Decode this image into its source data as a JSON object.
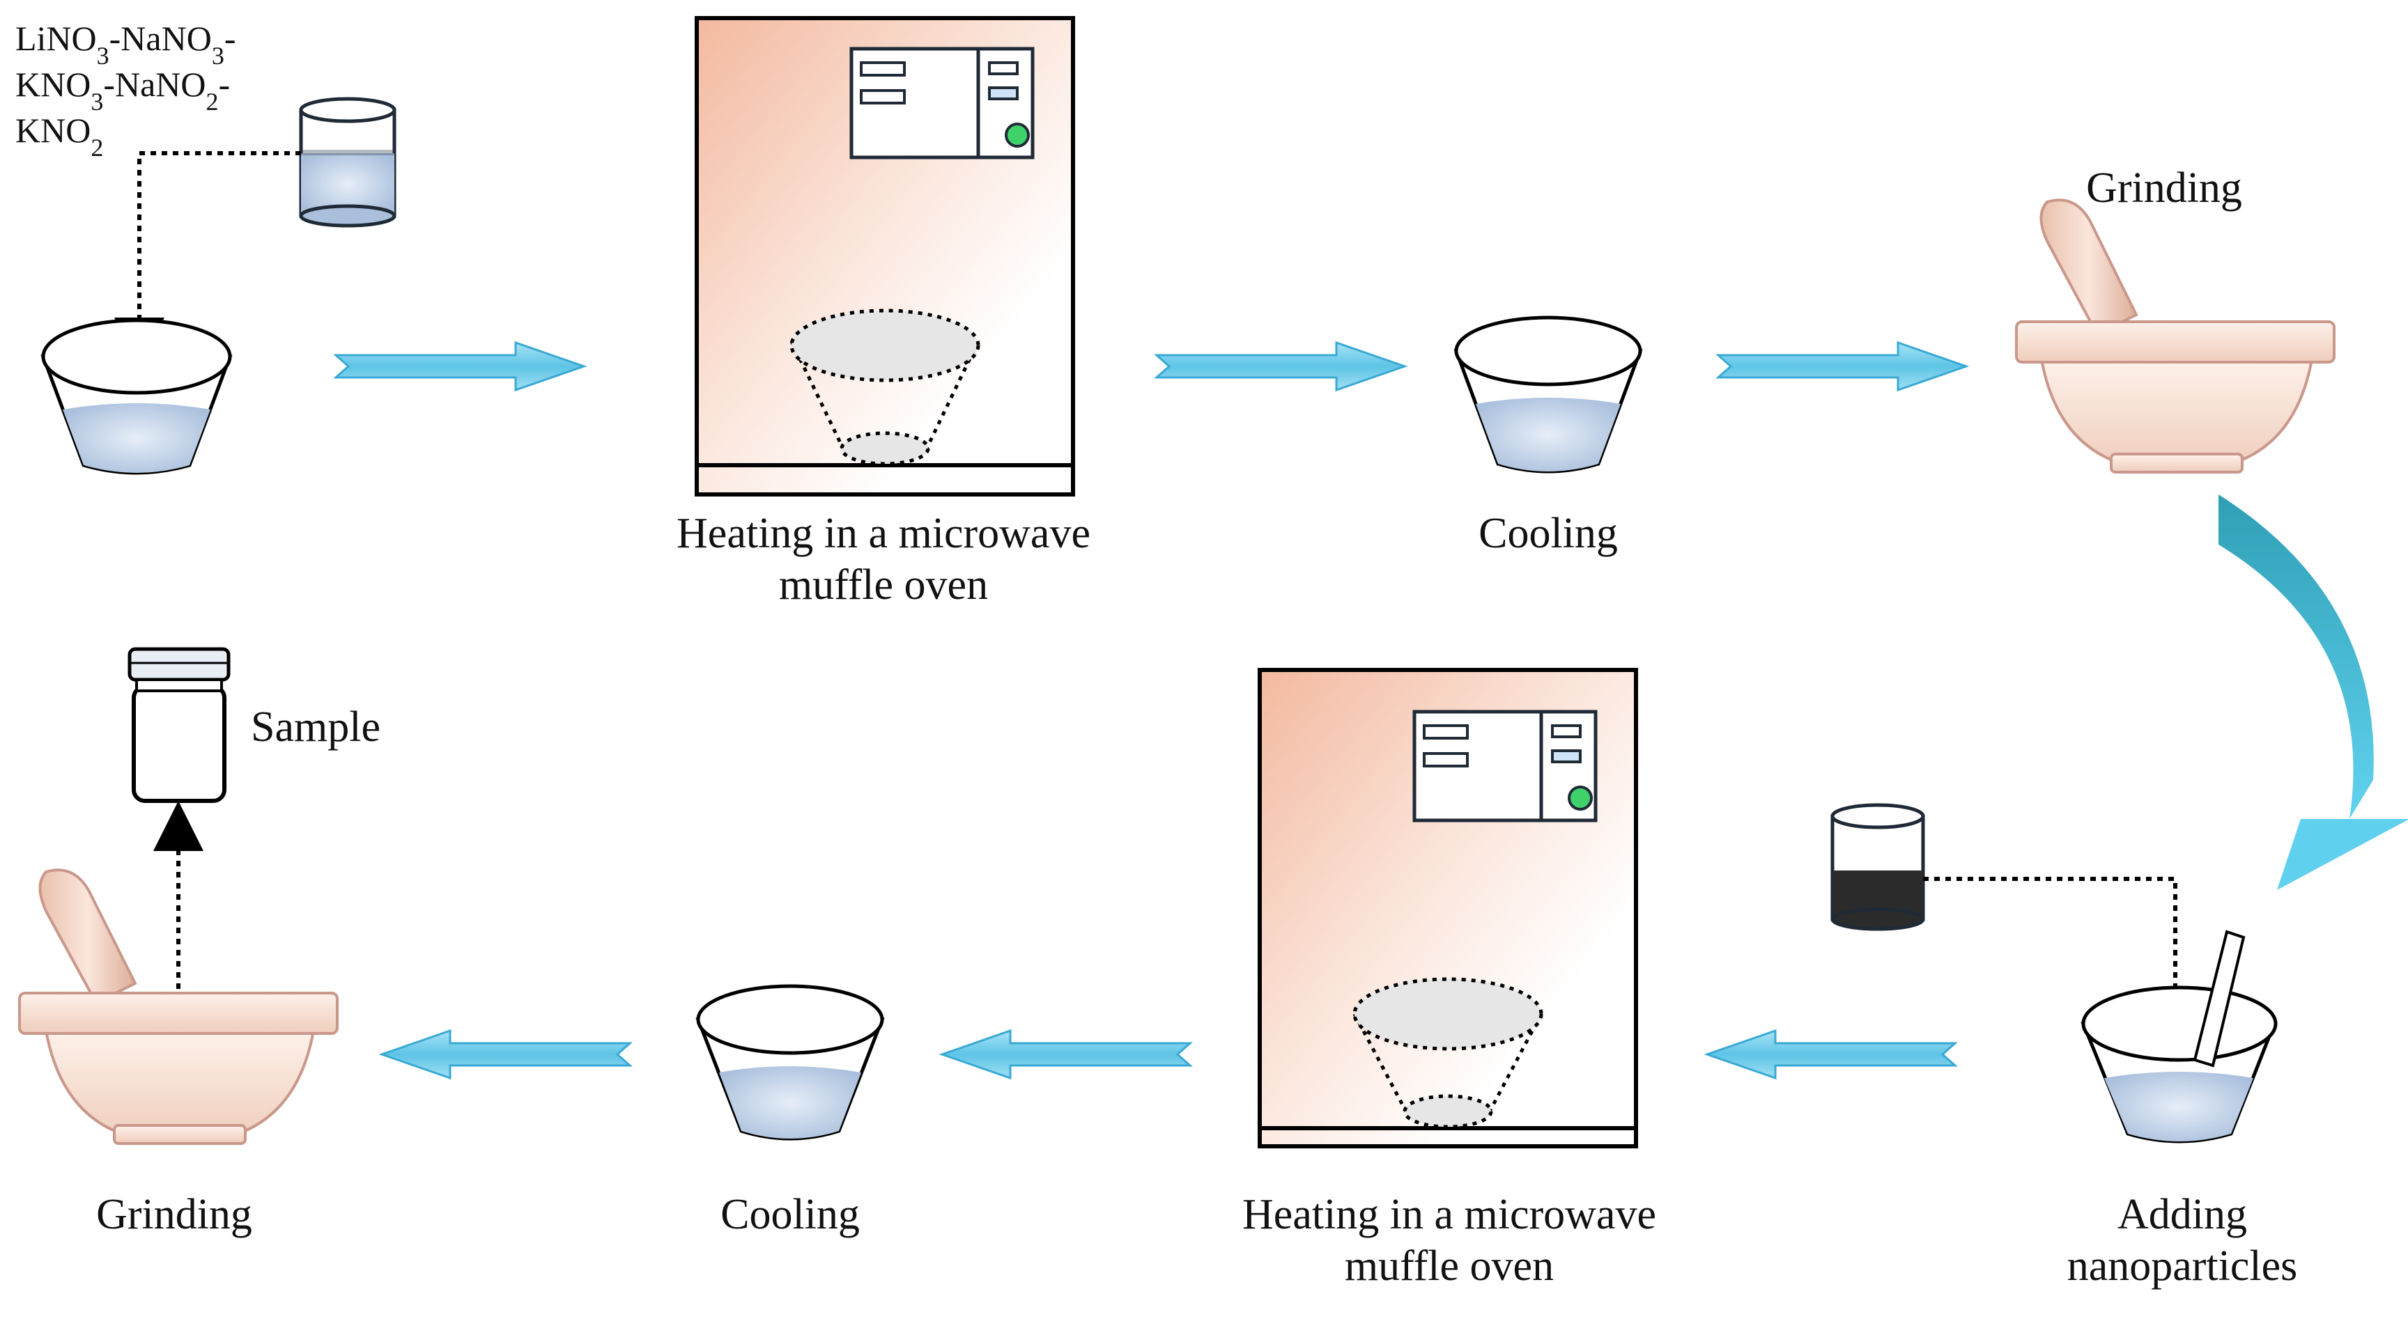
{
  "salt": {
    "parts": [
      {
        "base": "LiNO",
        "sub": "3",
        "tail": "-NaNO"
      },
      {
        "base": "",
        "sub": "3",
        "tail": "-"
      },
      {
        "base": "KNO",
        "sub": "3",
        "tail": "-NaNO"
      },
      {
        "base": "",
        "sub": "2",
        "tail": "-"
      },
      {
        "base": "KNO",
        "sub": "2",
        "tail": ""
      }
    ]
  },
  "steps": {
    "heating_top": [
      "Heating in a microwave",
      "muffle oven"
    ],
    "cooling_top": "Cooling",
    "grinding_top": "Grinding",
    "adding": [
      "Adding",
      "nanoparticles"
    ],
    "heating_bottom": [
      "Heating in a microwave",
      "muffle oven"
    ],
    "cooling_bottom": "Cooling",
    "grinding_bottom": "Grinding",
    "sample": "Sample"
  },
  "colors": {
    "arrow_fill": "#6ecbe8",
    "arrow_edge": "#39a9d4",
    "curved_arrow_top": "#2f9fb5",
    "curved_arrow_bottom": "#5fd0ee",
    "oven_tint": "#f6c9b4",
    "mortar_fill": "#f6ddcf",
    "powder": "#b9cde6",
    "nanoparticles": "#2b2b2b",
    "indicator_green": "#3fd16a"
  }
}
